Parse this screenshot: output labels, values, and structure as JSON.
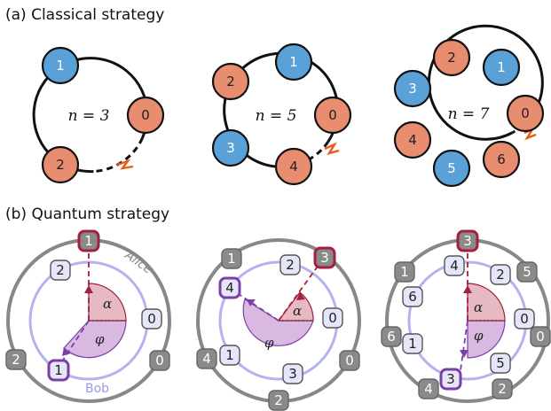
{
  "panels": {
    "classical_title": "(a) Classical strategy",
    "quantum_title": "(b) Quantum strategy"
  },
  "classical": [
    {
      "n_label": "n = 3",
      "nodes": [
        {
          "label": "0",
          "color": "orange"
        },
        {
          "label": "1",
          "color": "blue"
        },
        {
          "label": "2",
          "color": "orange"
        }
      ]
    },
    {
      "n_label": "n = 5",
      "nodes": [
        {
          "label": "0",
          "color": "orange"
        },
        {
          "label": "1",
          "color": "blue"
        },
        {
          "label": "2",
          "color": "orange"
        },
        {
          "label": "3",
          "color": "blue"
        },
        {
          "label": "4",
          "color": "orange"
        }
      ]
    },
    {
      "n_label": "n = 7",
      "nodes": [
        {
          "label": "0",
          "color": "orange"
        },
        {
          "label": "1",
          "color": "blue"
        },
        {
          "label": "2",
          "color": "orange"
        },
        {
          "label": "3",
          "color": "blue"
        },
        {
          "label": "4",
          "color": "orange"
        },
        {
          "label": "5",
          "color": "blue"
        },
        {
          "label": "6",
          "color": "orange"
        }
      ]
    }
  ],
  "quantum": {
    "alice_label": "Alice",
    "bob_label": "Bob",
    "alpha_symbol": "α",
    "phi_symbol": "φ",
    "diagrams": [
      {
        "alice": [
          "1",
          "2",
          "0"
        ],
        "bob": [
          "2",
          "1",
          "0"
        ],
        "alice_highlight": "1",
        "bob_highlight": "1"
      },
      {
        "alice": [
          "1",
          "3",
          "0",
          "2",
          "4"
        ],
        "bob": [
          "2",
          "4",
          "0",
          "3",
          "1"
        ],
        "alice_highlight": "3",
        "bob_highlight": "4"
      },
      {
        "alice": [
          "1",
          "3",
          "5",
          "0",
          "2",
          "4",
          "6"
        ],
        "bob": [
          "4",
          "2",
          "0",
          "5",
          "3",
          "1",
          "6"
        ],
        "alice_highlight": "3",
        "bob_highlight": "3"
      }
    ]
  },
  "colors": {
    "orange": "#e88d6f",
    "blue": "#5aa1d8",
    "alice_highlight": "#a3203f",
    "bob_highlight": "#7b3fa8",
    "bob_ring": "#b3b3f0",
    "alice_ring": "#888888",
    "lightning": "#e8591c"
  }
}
